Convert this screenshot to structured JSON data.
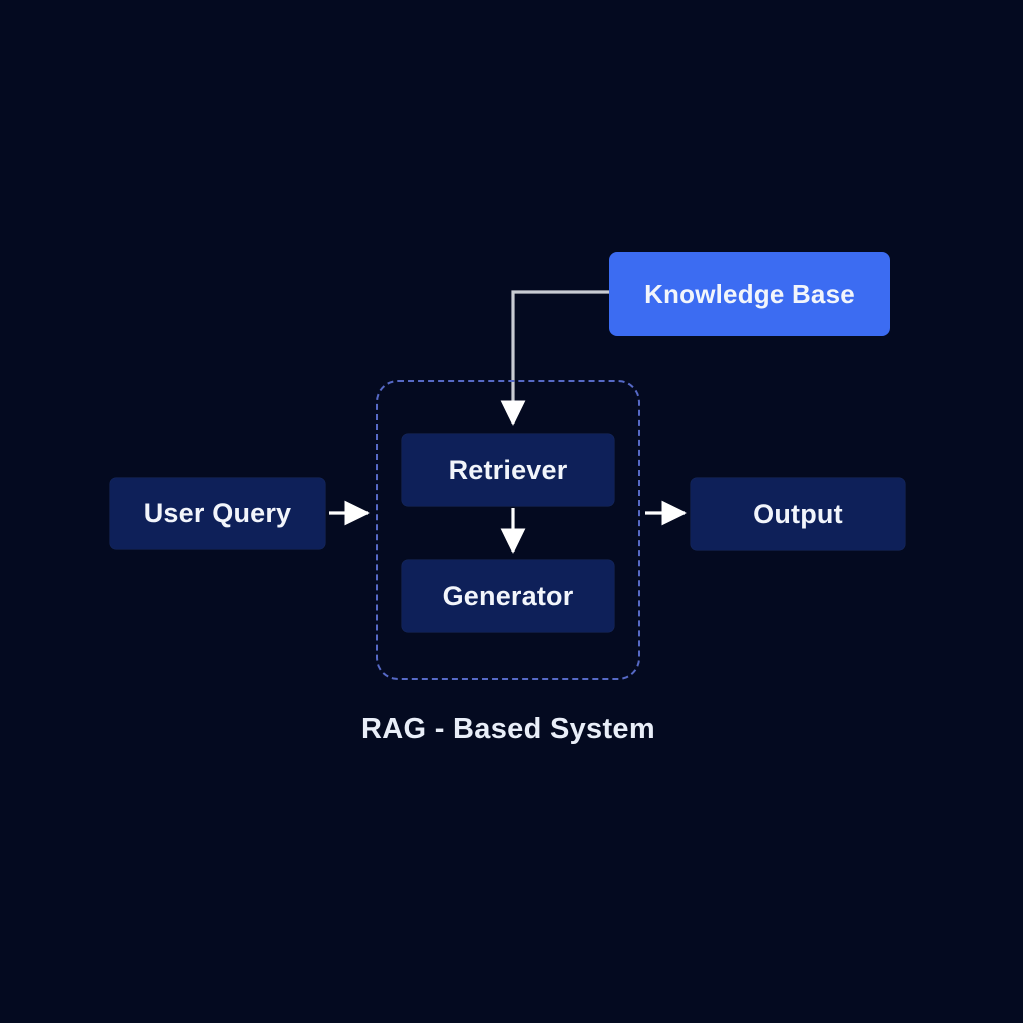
{
  "diagram": {
    "title": "RAG - Based System",
    "background_color": "#040a20",
    "caption": "RAG - Based System",
    "nodes": {
      "user_query": {
        "label": "User Query",
        "fill": "#0e2059",
        "text_color": "#f2f5fb"
      },
      "knowledge_base": {
        "label": "Knowledge Base",
        "fill": "#3c6cf2",
        "text_color": "#ffffff"
      },
      "retriever": {
        "label": "Retriever",
        "fill": "#0e2059",
        "text_color": "#f2f5fb"
      },
      "generator": {
        "label": "Generator",
        "fill": "#0e2059",
        "text_color": "#f2f5fb"
      },
      "output": {
        "label": "Output",
        "fill": "#0e2059",
        "text_color": "#f2f5fb"
      }
    },
    "group": {
      "label": "RAG - Based System",
      "border_color": "#5669c6",
      "border_style": "dashed"
    },
    "edges": [
      {
        "id": "user-query-to-group",
        "from": "User Query",
        "to": "RAG - Based System",
        "label": "",
        "color": "#ffffff"
      },
      {
        "id": "knowledge-base-to-retriever",
        "from": "Knowledge Base",
        "to": "Retriever",
        "label": "",
        "color": "#c8ccd4"
      },
      {
        "id": "retriever-to-generator",
        "from": "Retriever",
        "to": "Generator",
        "label": "",
        "color": "#ffffff"
      },
      {
        "id": "group-to-output",
        "from": "RAG - Based System",
        "to": "Output",
        "label": "",
        "color": "#ffffff"
      }
    ]
  }
}
